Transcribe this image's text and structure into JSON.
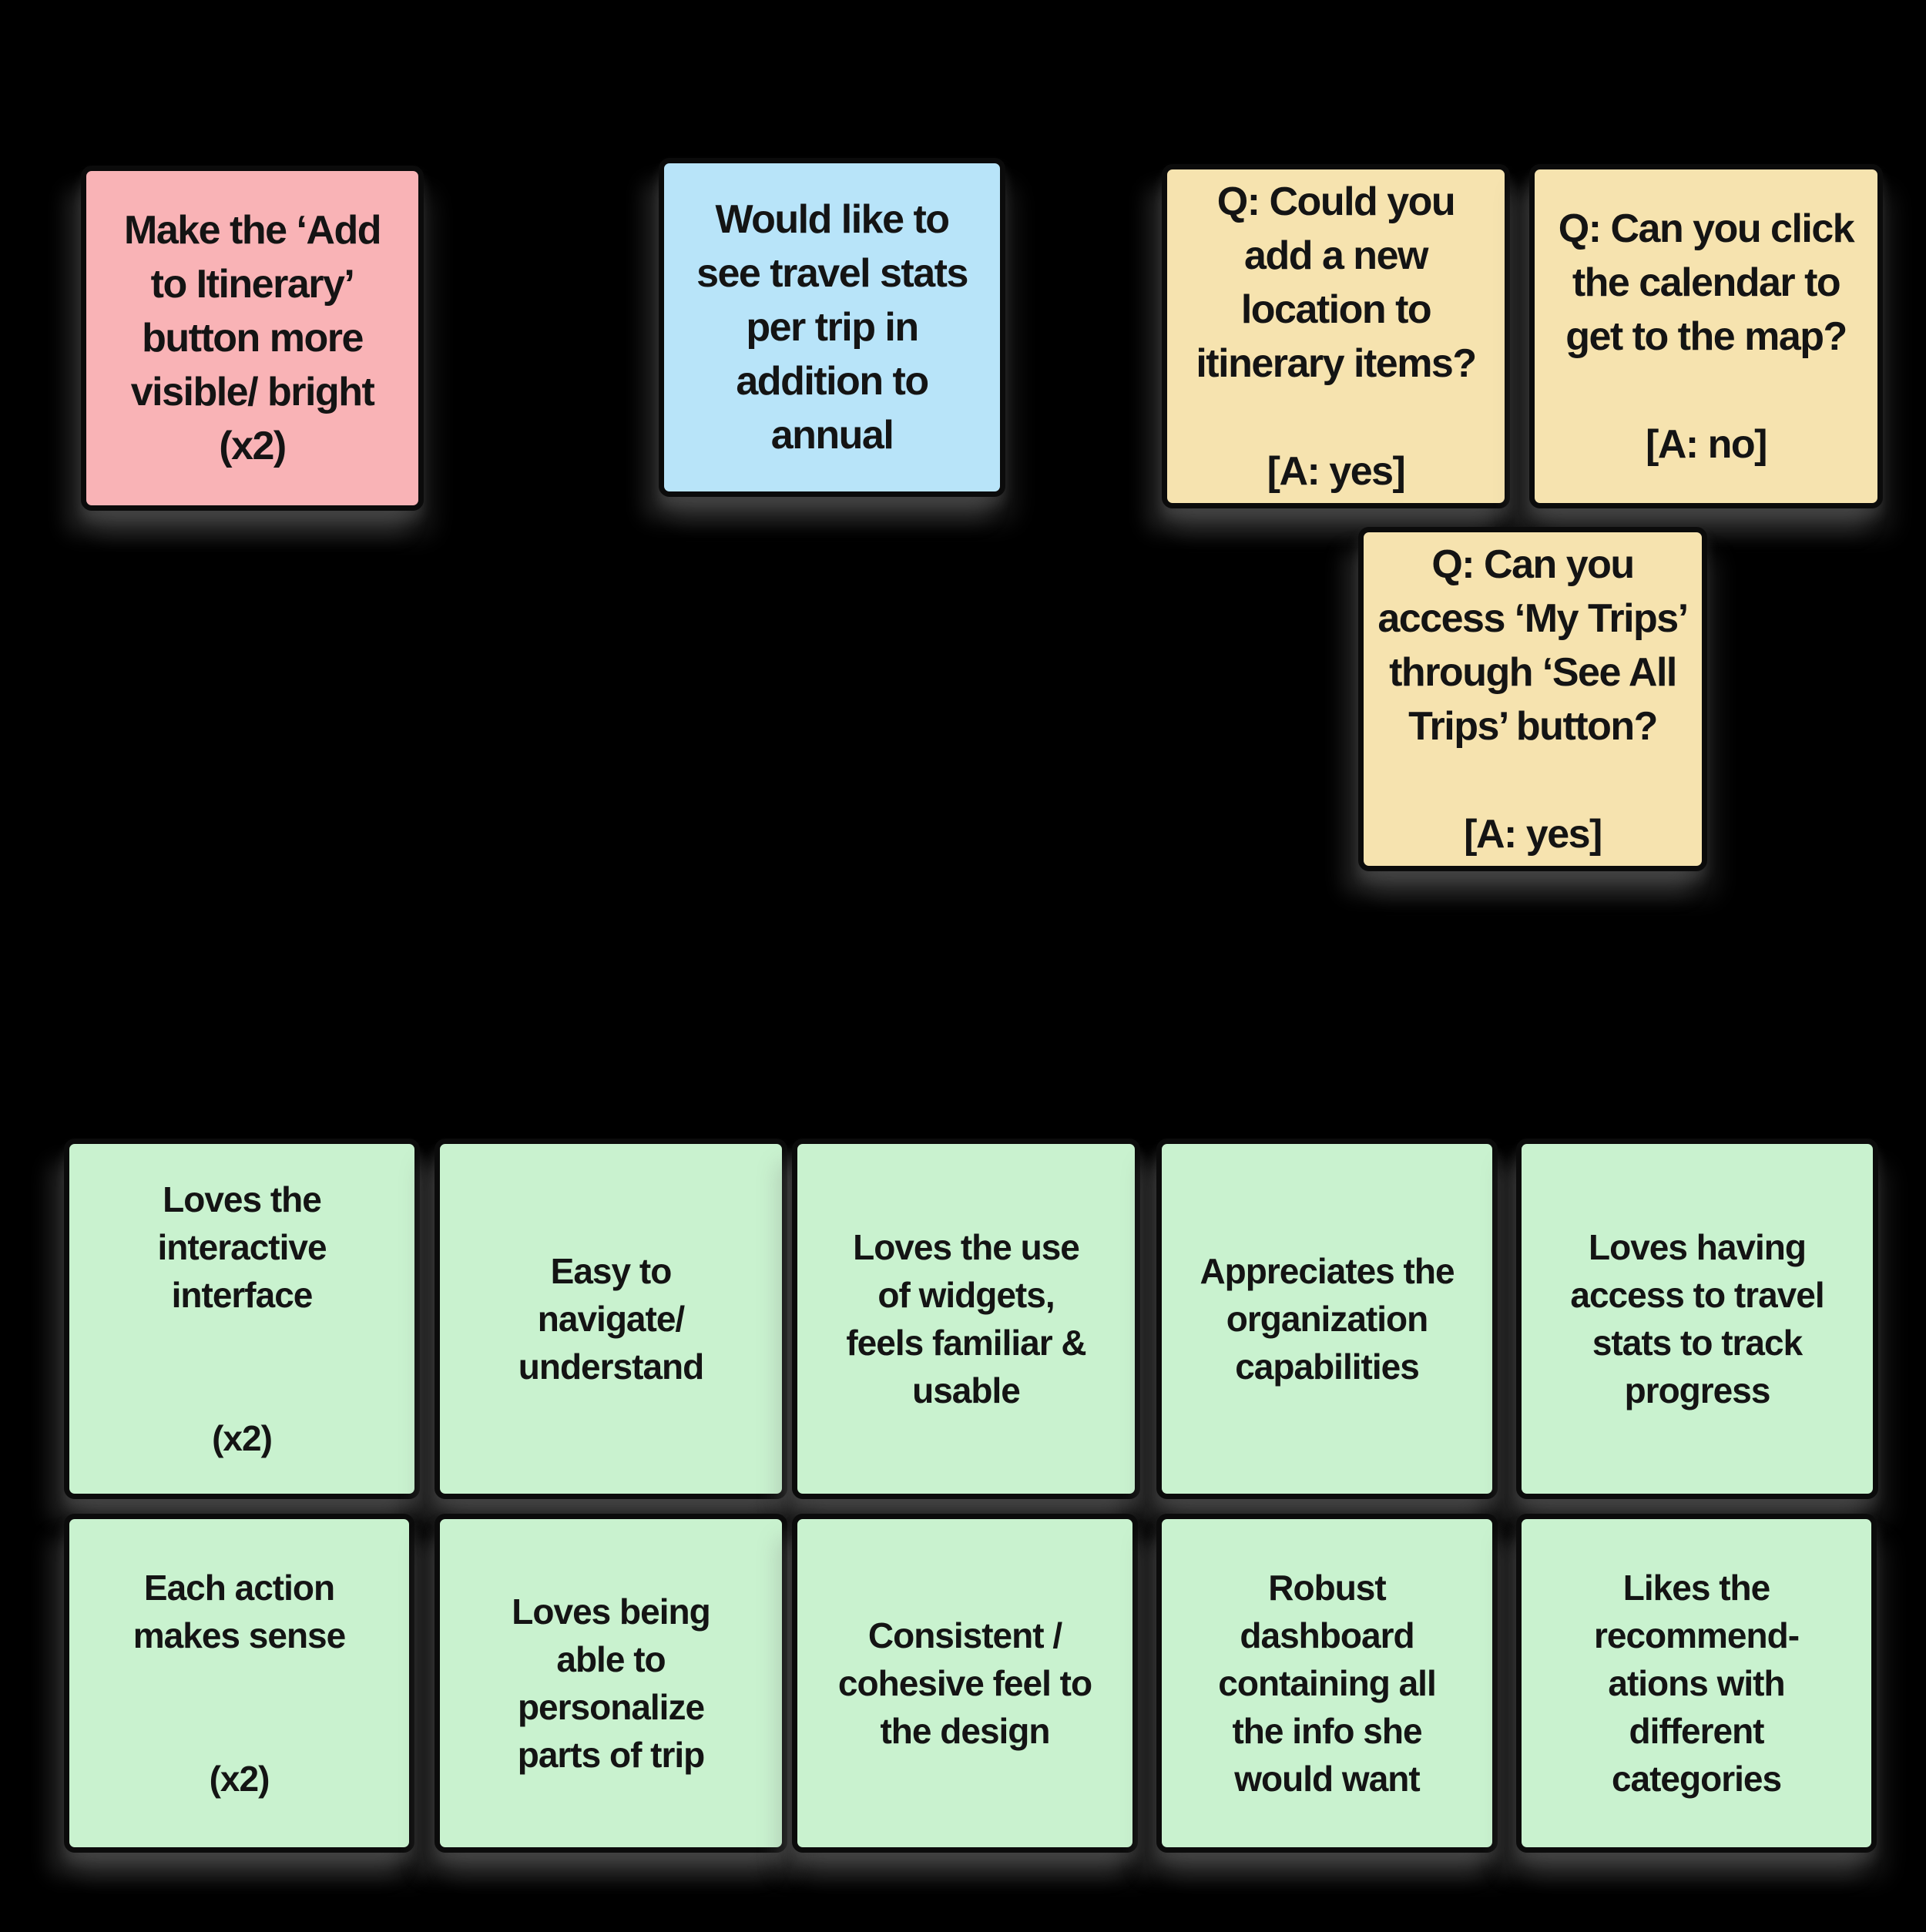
{
  "board": {
    "background": "#000000",
    "ink": "#141414",
    "colors": {
      "improvement_pink": "#F9B3B6",
      "request_blue": "#B8E4F9",
      "question_yellow": "#F6E3AF",
      "positive_green": "#C9F2CF"
    }
  },
  "notes": {
    "improvement_add_to_itinerary": {
      "color": "#F9B3B6",
      "text": "Make the ‘Add\nto Itinerary’\nbutton more\nvisible/ bright\n(x2)"
    },
    "request_travel_stats": {
      "color": "#B8E4F9",
      "text": "Would like to\nsee travel stats\nper trip in\naddition to\nannual"
    },
    "question_add_location": {
      "color": "#F6E3AF",
      "text": "Q: Could you\nadd a new\nlocation to\nitinerary items?\n\n[A: yes]"
    },
    "question_calendar_map": {
      "color": "#F6E3AF",
      "text": "Q: Can you click\nthe calendar to\nget to the map?\n\n[A: no]"
    },
    "question_my_trips": {
      "color": "#F6E3AF",
      "text": "Q: Can you\naccess ‘My Trips’\nthrough ‘See All\nTrips’ button?\n\n[A: yes]"
    },
    "positive_interactive_interface": {
      "color": "#C9F2CF",
      "text": "Loves the\ninteractive\ninterface\n\n\n(x2)"
    },
    "positive_easy_navigate": {
      "color": "#C9F2CF",
      "text": "Easy to\nnavigate/\nunderstand"
    },
    "positive_widgets": {
      "color": "#C9F2CF",
      "text": "Loves the use\nof widgets,\nfeels familiar &\nusable"
    },
    "positive_organization": {
      "color": "#C9F2CF",
      "text": "Appreciates the\norganization\ncapabilities"
    },
    "positive_travel_stats_tracking": {
      "color": "#C9F2CF",
      "text": "Loves having\naccess to travel\nstats to track\nprogress"
    },
    "positive_each_action": {
      "color": "#C9F2CF",
      "text": "Each action\nmakes sense\n\n\n(x2)"
    },
    "positive_personalize": {
      "color": "#C9F2CF",
      "text": "Loves being\nable to\npersonalize\nparts of trip"
    },
    "positive_consistent_design": {
      "color": "#C9F2CF",
      "text": "Consistent /\ncohesive feel to\nthe design"
    },
    "positive_robust_dashboard": {
      "color": "#C9F2CF",
      "text": "Robust\ndashboard\ncontaining all\nthe info she\nwould want"
    },
    "positive_recommendations": {
      "color": "#C9F2CF",
      "text": "Likes the\nrecommend-\nations with\ndifferent\ncategories"
    }
  }
}
